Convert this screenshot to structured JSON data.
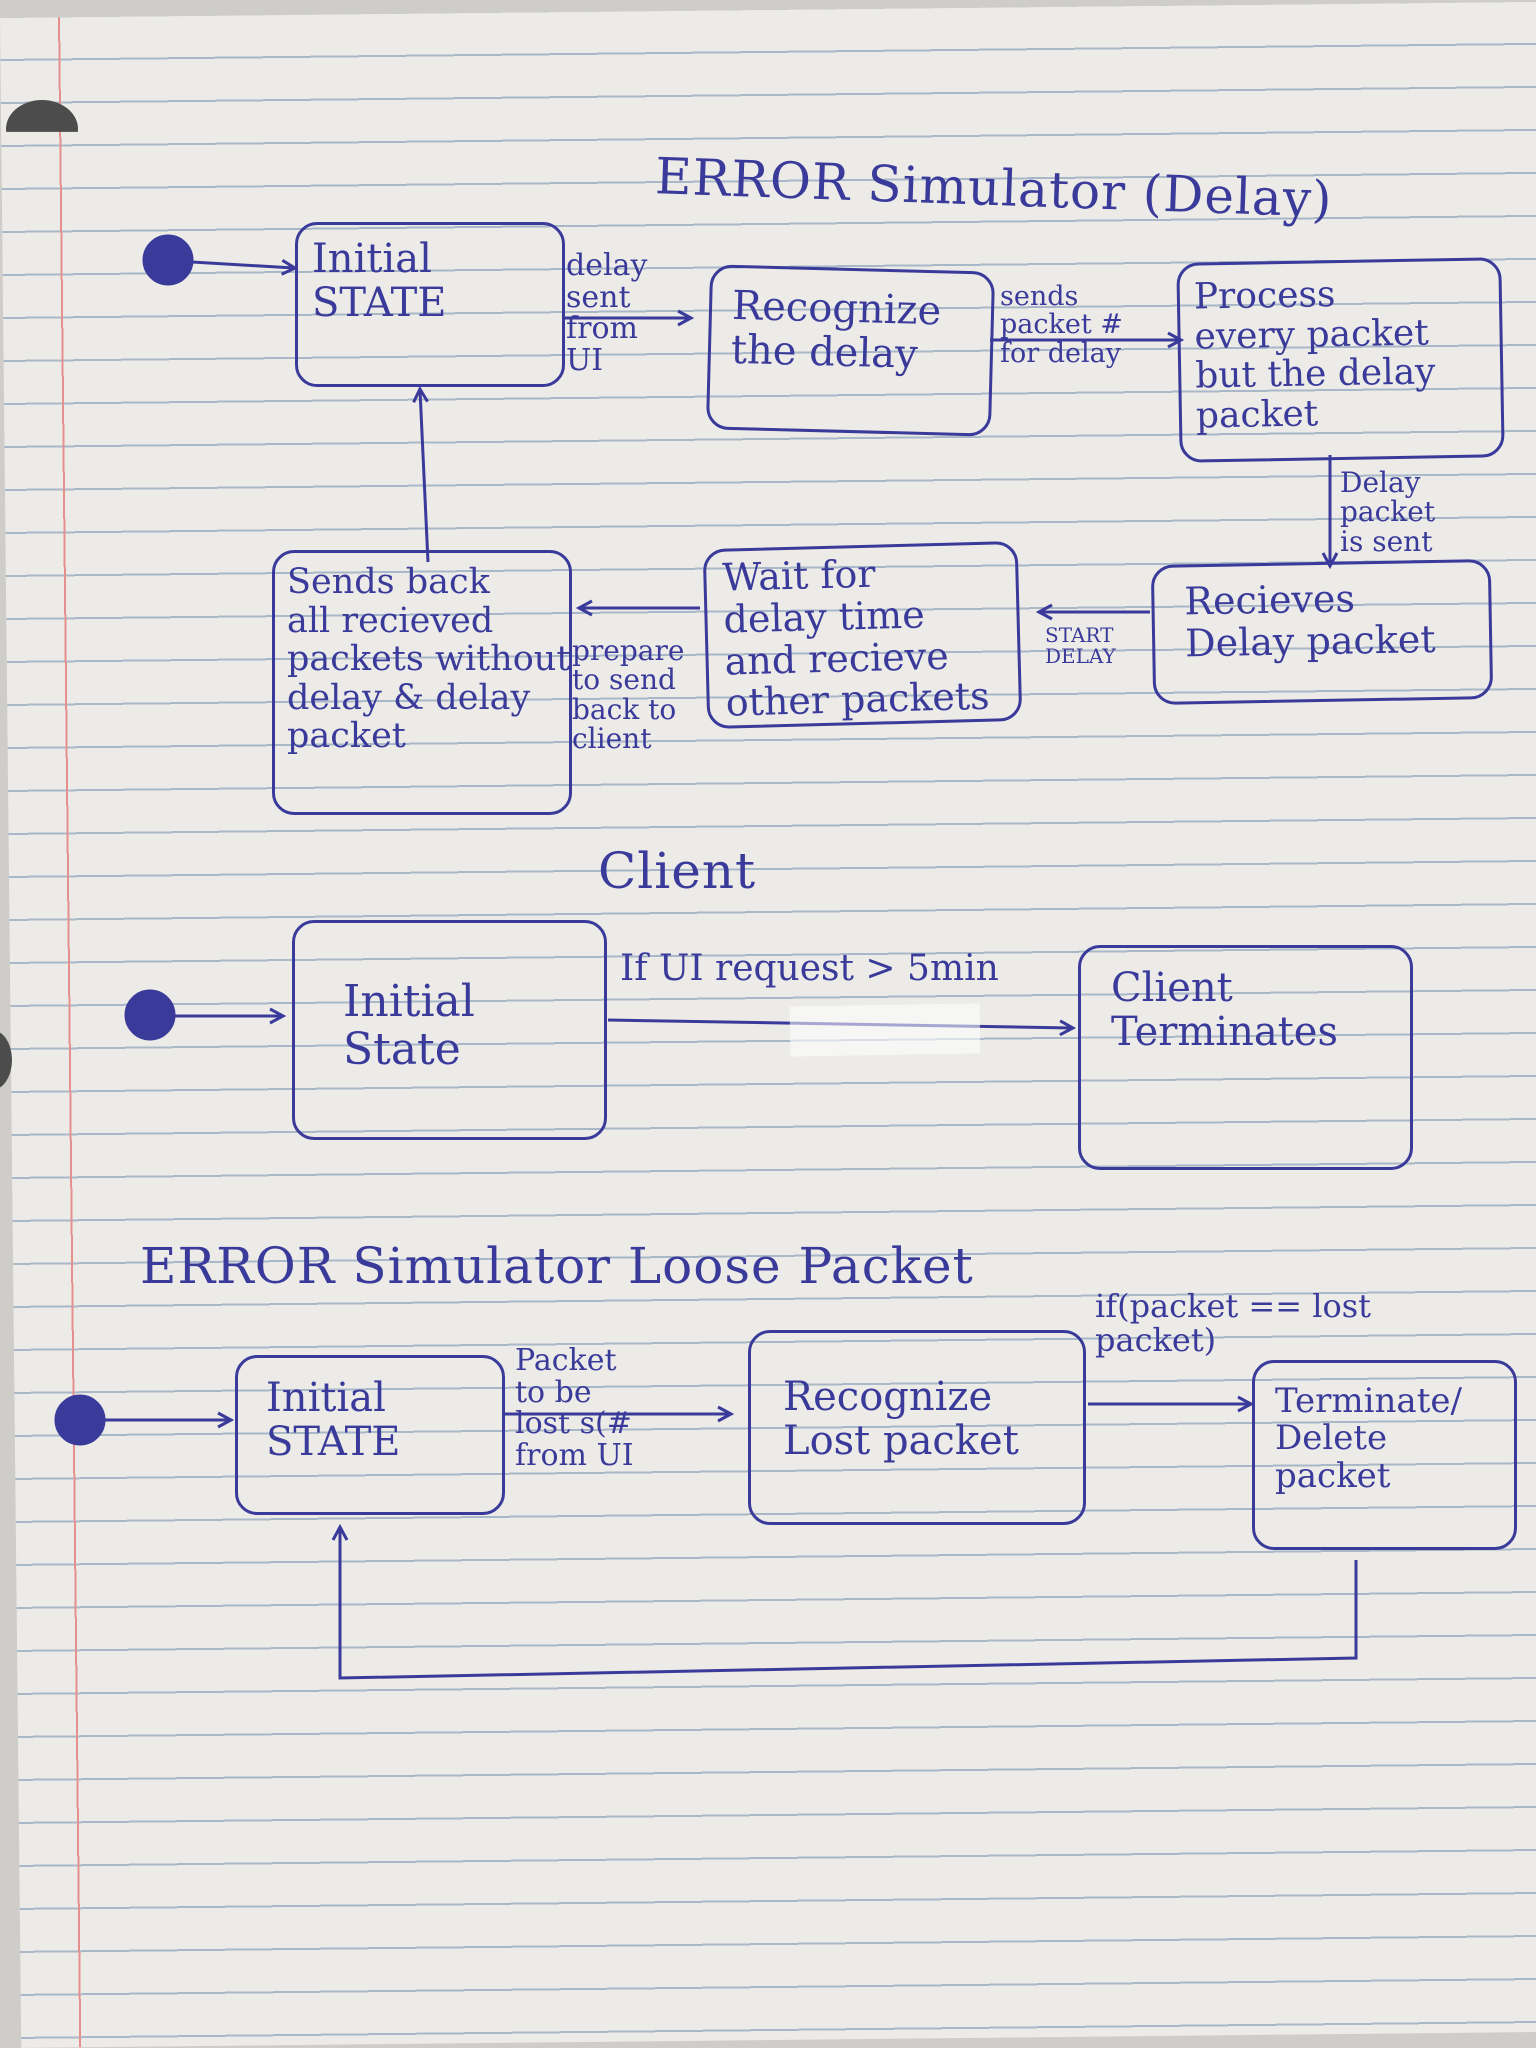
{
  "delay_diagram": {
    "title": "ERROR Simulator (Delay)",
    "states": {
      "initial": "Initial\nSTATE",
      "recognize": "Recognize\nthe delay",
      "process": "Process\nevery packet\nbut the delay\npacket",
      "receives": "Recieves\nDelay packet",
      "wait": "Wait for\ndelay time\nand recieve\nother packets",
      "sends_back": "Sends back\nall recieved\npackets without\ndelay & delay\npacket"
    },
    "transitions": {
      "delay_sent": "delay\nsent\nfrom\nUI",
      "sends_packet": "sends\npacket #\nfor delay",
      "delay_packet_sent": "Delay\npacket\nis sent",
      "start_delay": "START\nDELAY",
      "prepare": "prepare\nto send\nback to\nclient"
    }
  },
  "client_diagram": {
    "title": "Client",
    "states": {
      "initial": "Initial\nState",
      "terminates": "Client\nTerminates"
    },
    "transitions": {
      "request": "If UI request > 5min"
    }
  },
  "lose_diagram": {
    "title": "ERROR Simulator Loose Packet",
    "states": {
      "initial": "Initial\nSTATE",
      "recognize": "Recognize\nLost packet",
      "terminate": "Terminate/\nDelete\npacket"
    },
    "transitions": {
      "packet_lost": "Packet\nto be\nlost s(#\nfrom UI",
      "condition": "if(packet == lost\npacket)"
    }
  }
}
